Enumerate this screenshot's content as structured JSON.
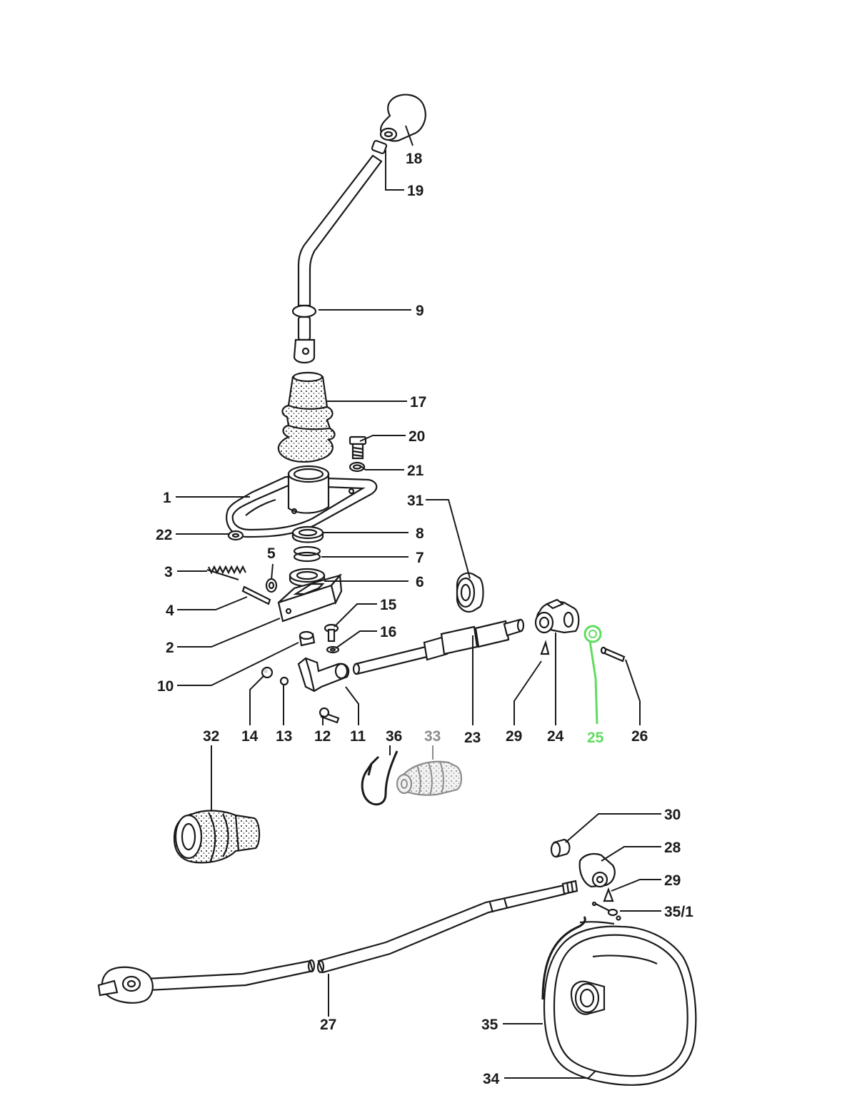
{
  "colors": {
    "ink": "#1a1a1a",
    "highlight": "#5fdc5f",
    "dimmed": "#8c8c8c",
    "background": "#ffffff"
  },
  "labels": {
    "p1": "1",
    "p2": "2",
    "p3": "3",
    "p4": "4",
    "p5": "5",
    "p6": "6",
    "p7": "7",
    "p8": "8",
    "p9": "9",
    "p10": "10",
    "p11": "11",
    "p12": "12",
    "p13": "13",
    "p14": "14",
    "p15": "15",
    "p16": "16",
    "p17": "17",
    "p18": "18",
    "p19": "19",
    "p20": "20",
    "p21": "21",
    "p22": "22",
    "p23": "23",
    "p24": "24",
    "p25": "25",
    "p26": "26",
    "p27": "27",
    "p28": "28",
    "p29a": "29",
    "p29b": "29",
    "p30": "30",
    "p31": "31",
    "p32": "32",
    "p33": "33",
    "p34": "34",
    "p35": "35",
    "p35_1": "35/1",
    "p36": "36"
  },
  "highlighted_part": "25",
  "dimmed_part": "33"
}
